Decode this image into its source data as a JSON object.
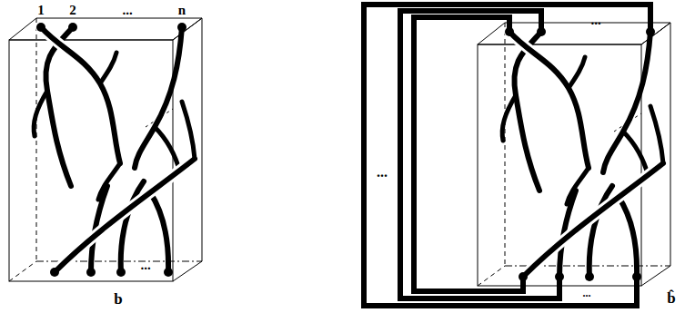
{
  "diagram": {
    "labels": [
      "1",
      "2",
      "...",
      "n",
      "...",
      "b",
      "...",
      "...",
      "...",
      "b̂"
    ]
  }
}
